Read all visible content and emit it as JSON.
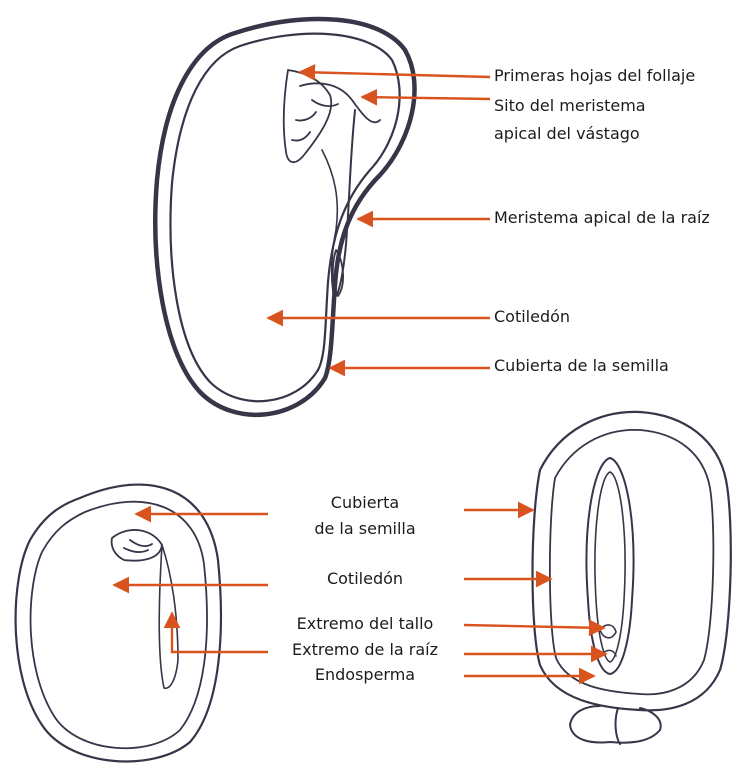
{
  "colors": {
    "arrow": "#d9531e",
    "outline": "#3a3448",
    "paper": "#ffffff",
    "text": "#1c1c1c"
  },
  "bean_labels": {
    "foliage_leaves": "Primeras hojas del follaje",
    "shoot_meristem_line1": "Sito del meristema",
    "shoot_meristem_line2": "apical del vástago",
    "root_meristem": "Meristema apical de la raíz",
    "cotyledon": "Cotiledón",
    "seed_coat": "Cubierta de la semilla"
  },
  "seed_labels": {
    "seed_coat_line1": "Cubierta",
    "seed_coat_line2": "de la semilla",
    "cotyledon": "Cotiledón",
    "stem_tip": "Extremo del tallo",
    "root_tip": "Extremo de la raíz",
    "endosperm": "Endosperma"
  }
}
